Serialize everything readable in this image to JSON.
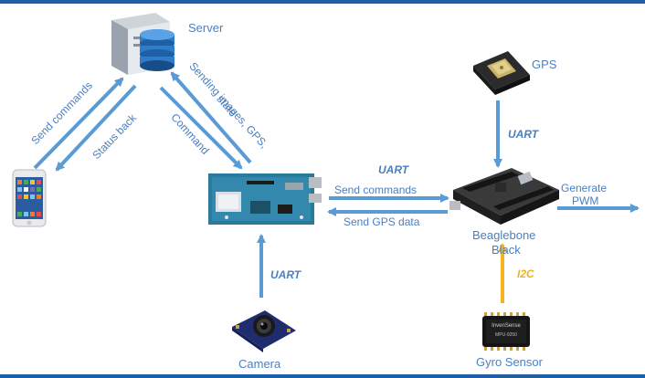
{
  "nodes": {
    "server": "Server",
    "gps": "GPS",
    "beaglebone_line1": "Beaglebone",
    "beaglebone_line2": "Black",
    "camera": "Camera",
    "gyro": "Gyro Sensor"
  },
  "edges": {
    "send_commands_phone": "Send commands",
    "status_back": "Status back",
    "sending_images": "Sending images, GPS,",
    "state": "state",
    "command": "Command",
    "uart_gps": "UART",
    "uart_top": "UART",
    "send_commands_bb": "Send commands",
    "send_gps_data": "Send GPS data",
    "generate_line1": "Generate",
    "generate_line2": "PWM",
    "uart_camera": "UART",
    "i2c": "I2C",
    "chip_brand": "InvenSense",
    "chip_model": "MPU-9250"
  },
  "colors": {
    "arrow": "#5b9bd5",
    "i2c_arrow": "#f5b41c",
    "frame": "#1f5fa8",
    "text": "#4a7fc1"
  }
}
